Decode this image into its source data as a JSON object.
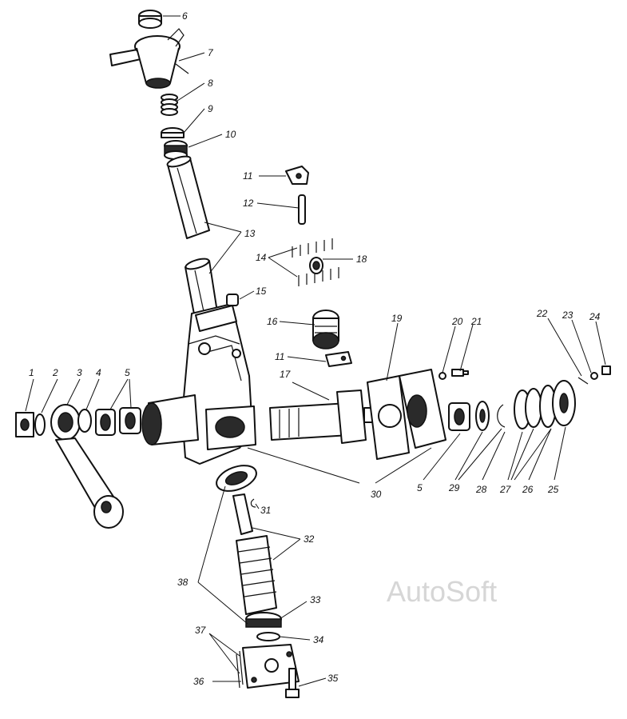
{
  "callouts": [
    {
      "id": "1",
      "text": "1"
    },
    {
      "id": "2",
      "text": "2"
    },
    {
      "id": "3",
      "text": "3"
    },
    {
      "id": "4",
      "text": "4"
    },
    {
      "id": "5a",
      "text": "5"
    },
    {
      "id": "5b",
      "text": "5"
    },
    {
      "id": "6",
      "text": "6"
    },
    {
      "id": "7",
      "text": "7"
    },
    {
      "id": "8",
      "text": "8"
    },
    {
      "id": "9",
      "text": "9"
    },
    {
      "id": "10",
      "text": "10"
    },
    {
      "id": "11a",
      "text": "11"
    },
    {
      "id": "11b",
      "text": "11"
    },
    {
      "id": "12",
      "text": "12"
    },
    {
      "id": "13",
      "text": "13"
    },
    {
      "id": "14",
      "text": "14"
    },
    {
      "id": "15",
      "text": "15"
    },
    {
      "id": "16",
      "text": "16"
    },
    {
      "id": "17",
      "text": "17"
    },
    {
      "id": "18",
      "text": "18"
    },
    {
      "id": "19",
      "text": "19"
    },
    {
      "id": "20",
      "text": "20"
    },
    {
      "id": "21",
      "text": "21"
    },
    {
      "id": "22",
      "text": "22"
    },
    {
      "id": "23",
      "text": "23"
    },
    {
      "id": "24",
      "text": "24"
    },
    {
      "id": "25",
      "text": "25"
    },
    {
      "id": "26",
      "text": "26"
    },
    {
      "id": "27",
      "text": "27"
    },
    {
      "id": "28",
      "text": "28"
    },
    {
      "id": "29",
      "text": "29"
    },
    {
      "id": "30",
      "text": "30"
    },
    {
      "id": "31",
      "text": "31"
    },
    {
      "id": "32",
      "text": "32"
    },
    {
      "id": "33",
      "text": "33"
    },
    {
      "id": "34",
      "text": "34"
    },
    {
      "id": "35",
      "text": "35"
    },
    {
      "id": "36",
      "text": "36"
    },
    {
      "id": "37",
      "text": "37"
    },
    {
      "id": "38",
      "text": "38"
    }
  ],
  "watermark": "AutoSoft"
}
